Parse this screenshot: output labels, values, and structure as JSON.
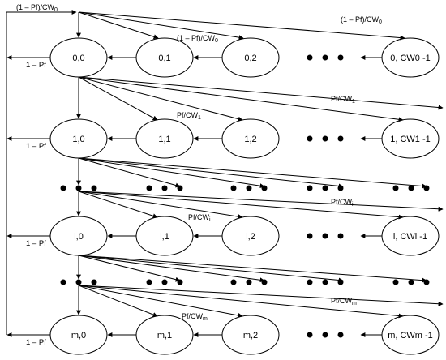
{
  "rows": [
    {
      "id": "stage-0",
      "nodes": [
        "0,0",
        "0,1",
        "0,2",
        "0, CW0 -1"
      ],
      "loss_label": "1 – Pf",
      "incoming_labels": [
        {
          "text": "(1 – Pf)/CW",
          "sub": "0"
        },
        {
          "text": "(1 – Pf)/CW",
          "sub": "0"
        },
        {
          "text": "(1 – Pf)/CW",
          "sub": "0"
        }
      ]
    },
    {
      "id": "stage-1",
      "nodes": [
        "1,0",
        "1,1",
        "1,2",
        "1, CW1 -1"
      ],
      "loss_label": "1 – Pf",
      "incoming_labels": [
        {
          "text": "Pf/CW",
          "sub": "1"
        },
        {
          "text": "Pf/CW",
          "sub": "1"
        }
      ]
    },
    {
      "id": "stage-i",
      "nodes": [
        "i,0",
        "i,1",
        "i,2",
        "i, CWi -1"
      ],
      "loss_label": "1 – Pf",
      "incoming_labels": [
        {
          "text": "Pf/CW",
          "sub": "i"
        },
        {
          "text": "Pf/CW",
          "sub": "i"
        }
      ]
    },
    {
      "id": "stage-m",
      "nodes": [
        "m,0",
        "m,1",
        "m,2",
        "m, CWm -1"
      ],
      "loss_label": "1 – Pf",
      "incoming_labels": [
        {
          "text": "Pf/CW",
          "sub": "m"
        },
        {
          "text": "Pf/CW",
          "sub": "m"
        }
      ]
    }
  ]
}
